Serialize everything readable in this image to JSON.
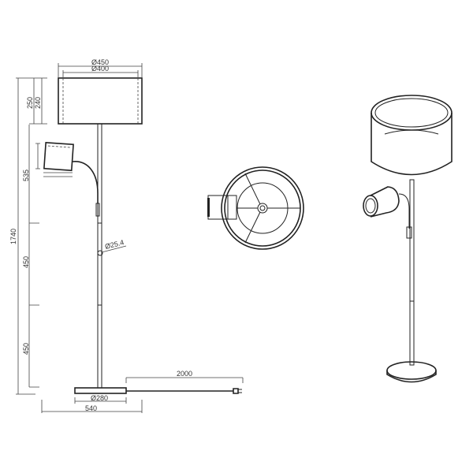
{
  "dimensions": {
    "shade_outer_diameter": "Ø450",
    "shade_inner_diameter": "Ø400",
    "shade_height_outer": "250",
    "shade_height_inner": "240",
    "spot_section": "535",
    "total_height": "1740",
    "pole_section_1": "450",
    "pole_section_2": "450",
    "pole_diameter": "Ø25.4",
    "base_diameter": "Ø280",
    "total_width": "540",
    "cable_length": "2000"
  },
  "colors": {
    "line": "#222222",
    "background": "#ffffff"
  }
}
